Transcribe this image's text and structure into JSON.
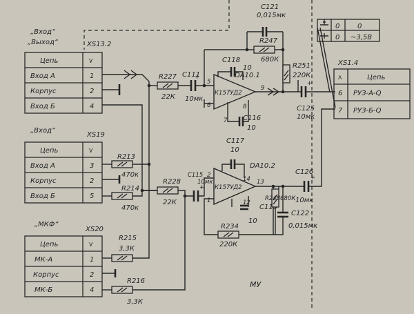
{
  "connectors": {
    "xs132": {
      "title_line1": "„Вход“",
      "title_line2": "„Выход“",
      "designator": "XS13.2",
      "header_name": "Цепь",
      "header_pin_symbol": "⋎",
      "rows": [
        {
          "name": "Вход А",
          "pin": "1"
        },
        {
          "name": "Корпус",
          "pin": "2"
        },
        {
          "name": "Вход Б",
          "pin": "4"
        }
      ]
    },
    "xs19": {
      "title": "„Вход“",
      "designator": "XS19",
      "header_name": "Цепь",
      "header_pin_symbol": "⋎",
      "rows": [
        {
          "name": "Вход А",
          "pin": "3"
        },
        {
          "name": "Корпус",
          "pin": "2"
        },
        {
          "name": "Вход Б",
          "pin": "5"
        }
      ]
    },
    "xs20": {
      "title": "„МКФ“",
      "designator": "XS20",
      "header_name": "Цепь",
      "header_pin_symbol": "⋎",
      "rows": [
        {
          "name": "МК-А",
          "pin": "1"
        },
        {
          "name": "Корпус",
          "pin": "2"
        },
        {
          "name": "МК-Б",
          "pin": "4"
        }
      ]
    },
    "xs14": {
      "designator": "XS1.4",
      "header_pin_symbol": "⋏",
      "header_name": "Цепь",
      "rows": [
        {
          "pin": "6",
          "name": "РУЗ-А-Q"
        },
        {
          "pin": "7",
          "name": "РУЗ-Б-Q"
        }
      ]
    }
  },
  "power_table": {
    "rows": [
      {
        "a": "0",
        "b": "0"
      },
      {
        "a": "0",
        "b": "~3,5В"
      }
    ]
  },
  "components": {
    "R227": {
      "ref": "R227",
      "value": "22К"
    },
    "R228": {
      "ref": "R228",
      "value": "22К"
    },
    "R213": {
      "ref": "R213",
      "value": "470к"
    },
    "R214": {
      "ref": "R214",
      "value": "470к"
    },
    "R215": {
      "ref": "R215",
      "value": "3,3К"
    },
    "R216": {
      "ref": "R216",
      "value": "3,3К"
    },
    "R247": {
      "ref": "R247",
      "value": "680К"
    },
    "R251": {
      "ref": "R251",
      "value": "220К"
    },
    "R234": {
      "ref": "R234",
      "value": "220К"
    },
    "R248": {
      "ref": "R248",
      "value": "680К"
    },
    "C111": {
      "ref": "C111",
      "value": "10мк"
    },
    "C115": {
      "ref": "C115",
      "value": "10мк"
    },
    "C118": {
      "ref": "C118",
      "value": "10"
    },
    "C116": {
      "ref": "C116",
      "value": "10"
    },
    "C117": {
      "ref": "C117",
      "value": "10"
    },
    "C119": {
      "ref": "C119",
      "value": "10"
    },
    "C121": {
      "ref": "C121",
      "value": "0,015мк"
    },
    "C122": {
      "ref": "C122",
      "value": "0,015мк"
    },
    "C125": {
      "ref": "C125",
      "value": "10мк"
    },
    "C126": {
      "ref": "C126",
      "value": "10мк"
    }
  },
  "opamps": {
    "DA101": {
      "ref": "DA10.1",
      "type": "К157УД2",
      "pins": {
        "inv": "6",
        "noninv": "5",
        "out": "9",
        "p1": "7",
        "p2": "8"
      }
    },
    "DA102": {
      "ref": "DA10.2",
      "type": "К157УД2",
      "pins": {
        "noninv": "2",
        "inv": "1",
        "out": "13",
        "p1": "14",
        "p2": "12"
      }
    }
  },
  "polarity_mark": "+",
  "block_label": "МУ"
}
